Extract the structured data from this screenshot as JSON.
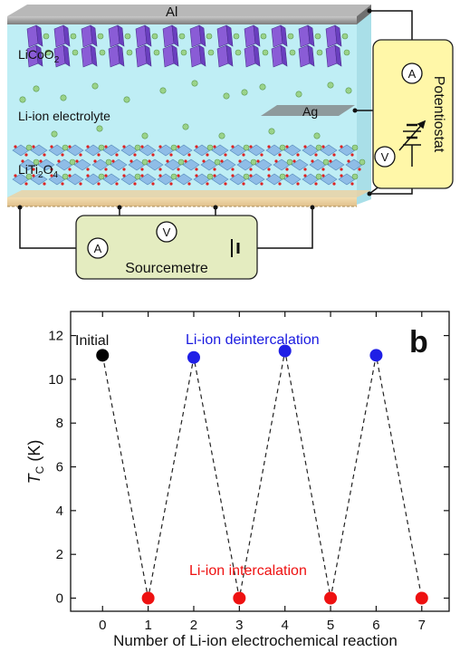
{
  "panel_a": {
    "top_electrode": "Al",
    "cathode_layer": "LiCoO",
    "cathode_sub": "2",
    "electrolyte": "Li-ion electrolyte",
    "reference_electrode": "Ag",
    "anode_layer": "LiTi",
    "anode_sub1": "2",
    "anode_sub2": "O",
    "anode_sub3": "4",
    "potentiostat": "Potentiostat",
    "sourcemetre": "Sourcemetre",
    "ammeter_symbol": "A",
    "voltmeter_symbol": "V",
    "colors": {
      "electrolyte": "#bfeef5",
      "electrode_grey": "#9a9a9a",
      "substrate": "#f0d6a8",
      "instrument_box": "#fff7a8",
      "source_box": "#e4ecc0",
      "octahedra_purple": "#8a5cd6",
      "octahedra_blue": "#8ab8e6",
      "li_ion_green": "#9ad38a"
    },
    "icons": [
      "ammeter-icon",
      "voltmeter-icon",
      "battery-icon",
      "variable-source-icon"
    ]
  },
  "panel_b": {
    "panel_letter": "b",
    "ylabel_T": "T",
    "ylabel_sub": "C",
    "ylabel_unit": " (K)",
    "xlabel": "Number of Li-ion electrochemical reaction",
    "annotation_initial": "Initial",
    "annotation_deintercalation": "Li-ion deintercalation",
    "annotation_intercalation": "Li-ion intercalation",
    "colors": {
      "initial": "#000000",
      "deintercalation": "#1f1fe6",
      "intercalation": "#ee1111",
      "deintercalation_text": "#1a1ae0",
      "intercalation_text": "#ee1111"
    }
  },
  "chart_data": {
    "type": "scatter",
    "title": "",
    "xlabel": "Number of Li-ion electrochemical reaction",
    "ylabel": "T_C (K)",
    "xlim": [
      -0.7,
      7.6
    ],
    "ylim": [
      -0.6,
      13.1
    ],
    "xticks": [
      0,
      1,
      2,
      3,
      4,
      5,
      6,
      7
    ],
    "yticks": [
      0,
      2,
      4,
      6,
      8,
      10,
      12
    ],
    "grid": false,
    "connector": "dashed",
    "series": [
      {
        "name": "Initial",
        "x": [
          0
        ],
        "y": [
          11.1
        ],
        "color": "#000000"
      },
      {
        "name": "Li-ion deintercalation",
        "x": [
          2,
          4,
          6
        ],
        "y": [
          11.0,
          11.3,
          11.1
        ],
        "color": "#1f1fe6"
      },
      {
        "name": "Li-ion intercalation",
        "x": [
          1,
          3,
          5,
          7
        ],
        "y": [
          0.0,
          0.0,
          0.0,
          0.0
        ],
        "color": "#ee1111"
      }
    ],
    "sequence_x": [
      0,
      1,
      2,
      3,
      4,
      5,
      6,
      7
    ],
    "sequence_y": [
      11.1,
      0.0,
      11.0,
      0.0,
      11.3,
      0.0,
      11.1,
      0.0
    ]
  }
}
